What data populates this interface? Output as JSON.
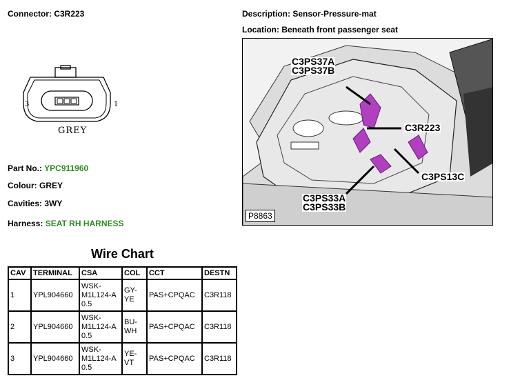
{
  "header": {
    "connector": "Connector: C3R223",
    "description": "Description: Sensor-Pressure-mat",
    "location": "Location: Beneath front passenger seat"
  },
  "connector_drawing": {
    "color_label": "GREY",
    "pin_left": "3",
    "pin_right": "1"
  },
  "details": {
    "part_label": "Part No.:",
    "part_value": "YPC911960",
    "colour": "Colour: GREY",
    "cavities": "Cavities: 3WY",
    "harness_label": "Harness:",
    "harness_value": "SEAT RH HARNESS"
  },
  "figure": {
    "callouts": [
      "C3PS37A",
      "C3PS37B",
      "C3R223",
      "C3PS13C",
      "C3PS33A",
      "C3PS33B"
    ],
    "figure_id": "P8863"
  },
  "wire_chart": {
    "title": "Wire Chart",
    "headers": [
      "CAV",
      "TERMINAL",
      "CSA",
      "COL",
      "CCT",
      "DESTN"
    ],
    "rows": [
      {
        "cav": "1",
        "terminal": "YPL904660",
        "csa": "WSK-M1L124-A 0.5",
        "col": "GY-YE",
        "cct": "PAS+CPQAC",
        "destn": "C3R118"
      },
      {
        "cav": "2",
        "terminal": "YPL904660",
        "csa": "WSK-M1L124-A 0.5",
        "col": "BU-WH",
        "cct": "PAS+CPQAC",
        "destn": "C3R118"
      },
      {
        "cav": "3",
        "terminal": "YPL904660",
        "csa": "WSK-M1L124-A 0.5",
        "col": "YE-VT",
        "cct": "PAS+CPQAC",
        "destn": "C3R118"
      }
    ]
  }
}
